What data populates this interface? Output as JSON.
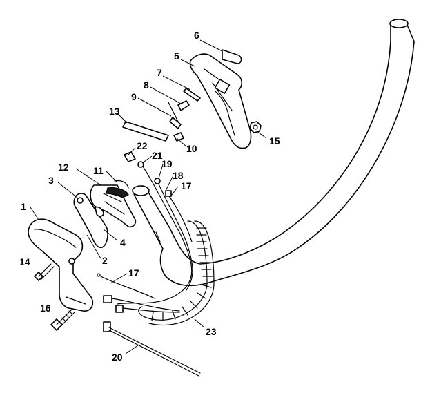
{
  "callouts": {
    "p1": "1",
    "p2": "2",
    "p3": "3",
    "p4": "4",
    "p5": "5",
    "p6": "6",
    "p7": "7",
    "p8": "8",
    "p9": "9",
    "p10": "10",
    "p11": "11",
    "p12": "12",
    "p13": "13",
    "p14": "14",
    "p15": "15",
    "p16": "16",
    "p17a": "17",
    "p17b": "17",
    "p18": "18",
    "p19": "19",
    "p20": "20",
    "p21": "21",
    "p22": "22",
    "p23": "23"
  }
}
